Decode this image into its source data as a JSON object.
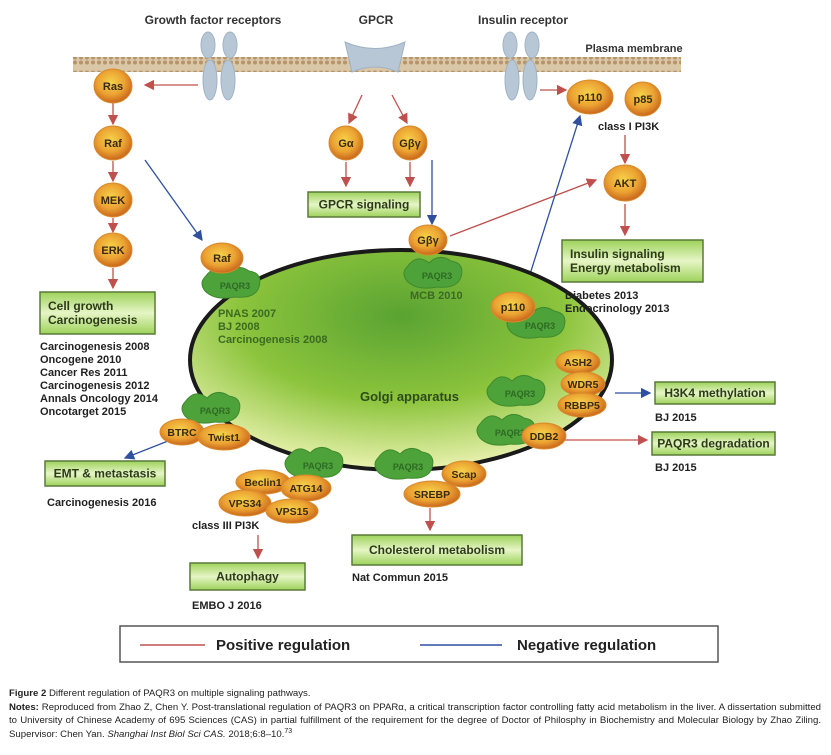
{
  "figure": {
    "top_labels": {
      "growth_factor_receptors": "Growth factor receptors",
      "gpcr": "GPCR",
      "insulin_receptor": "Insulin receptor",
      "plasma_membrane": "Plasma membrane"
    },
    "nodes": {
      "ras": "Ras",
      "raf": "Raf",
      "mek": "MEK",
      "erk": "ERK",
      "galpha": "Gα",
      "gbg": "Gβγ",
      "p110": "p110",
      "p85": "p85",
      "akt": "AKT",
      "raf_golgi": "Raf",
      "gbg_golgi": "Gβγ",
      "p110_golgi": "p110",
      "ash2": "ASH2",
      "wdr5": "WDR5",
      "rbbp5": "RBBP5",
      "ddb2": "DDB2",
      "btrc": "BTRC",
      "twist1": "Twist1",
      "beclin1": "Beclin1",
      "atg14": "ATG14",
      "vps34": "VPS34",
      "vps15": "VPS15",
      "scap": "Scap",
      "srebp": "SREBP"
    },
    "paqr3_label": "PAQR3",
    "labels": {
      "class1_pi3k": "class I PI3K",
      "class3_pi3k": "class III PI3K",
      "golgi": "Golgi apparatus",
      "mcb": "MCB 2010"
    },
    "golgi_refs": [
      "PNAS 2007",
      "BJ 2008",
      "Carcinogenesis 2008"
    ],
    "boxes": {
      "cell_growth": [
        "Cell growth",
        "Carcinogenesis"
      ],
      "gpcr_signaling": "GPCR signaling",
      "insulin": [
        "Insulin signaling",
        "Energy metabolism"
      ],
      "h3k4": "H3K4 methylation",
      "degradation": "PAQR3 degradation",
      "emt": "EMT & metastasis",
      "autophagy": "Autophagy",
      "cholesterol": "Cholesterol metabolism"
    },
    "refs": {
      "cell_growth": [
        "Carcinogenesis 2008",
        "Oncogene 2010",
        "Cancer Res 2011",
        "Carcinogenesis 2012",
        "Annals Oncology 2014",
        "Oncotarget 2015"
      ],
      "insulin": [
        "Diabetes 2013",
        "Endocrinology 2013"
      ],
      "h3k4": "BJ 2015",
      "degradation": "BJ 2015",
      "emt": "Carcinogenesis 2016",
      "autophagy": "EMBO J 2016",
      "cholesterol": "Nat Commun 2015"
    },
    "legend": {
      "positive": "Positive regulation",
      "negative": "Negative regulation",
      "positive_color": "#c0504d",
      "negative_color": "#2f4f9f"
    }
  },
  "caption": {
    "figure_label": "Figure 2",
    "title": "Different regulation of PAQR3 on multiple signaling pathways.",
    "notes_label": "Notes:",
    "notes": "Reproduced from Zhao Z, Chen Y. Post-translational regulation of PAQR3 on PPARα, a critical transcription factor controlling fatty acid metabolism in the liver. A dissertation submitted to University of Chinese Academy of 695 Sciences (CAS) in partial fulfillment of the requirement for the degree of Doctor of Philosphy in Biochemistry and Molecular Biology by Zhao Ziling. Supervisor: Chen Yan.",
    "journal": "Shanghai Inst Biol Sci CAS.",
    "citation": "2018;6:8–10.",
    "ref_number": "73"
  }
}
